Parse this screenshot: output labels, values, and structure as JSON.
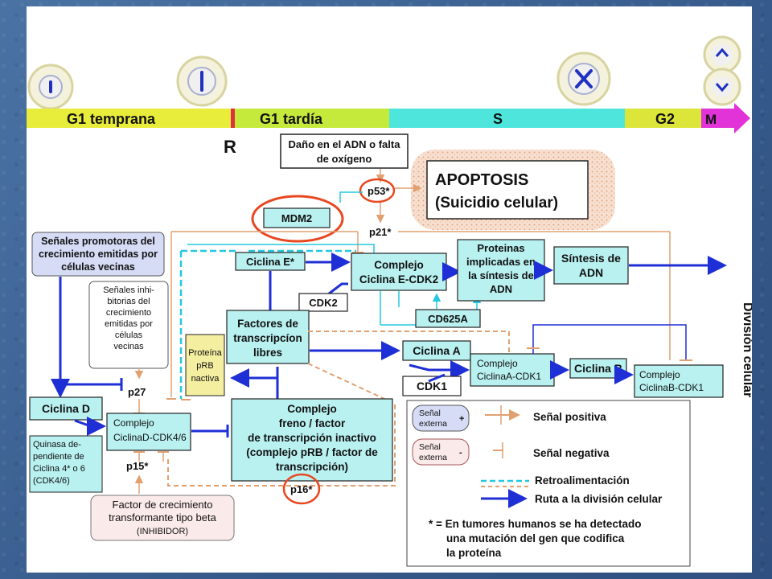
{
  "phase_bar": {
    "g1_early": "G1 temprana",
    "g1_late": "G1 tardía",
    "s": "S",
    "g2": "G2",
    "m": "M",
    "r_point": "R"
  },
  "boxes": {
    "dna_damage": [
      "Daño en el ADN o falta",
      "de oxígeno"
    ],
    "apoptosis": [
      "APOPTOSIS",
      "(Suicidio celular)"
    ],
    "p53": "p53*",
    "mdm2": "MDM2",
    "p21": "p21*",
    "promoting_signals": [
      "Señales promotoras del",
      "crecimiento emitidas por",
      "células vecinas"
    ],
    "inhibitory_signals": [
      "Señales inhi-",
      "bitorias del",
      "crecimiento",
      "emitidas por",
      "células",
      "vecinas"
    ],
    "cyclin_e": "Ciclina E*",
    "complex_e_cdk2": [
      "Complejo",
      "Ciclina E-CDK2"
    ],
    "proteins_dna_synth": [
      "Proteinas",
      "implicadas en",
      "la síntesis de",
      "ADN"
    ],
    "dna_synthesis": [
      "Síntesis de",
      "ADN"
    ],
    "cdk2": "CDK2",
    "cd625a": "CD625A",
    "transcription_factors": [
      "Factores de",
      "transcripcíon",
      "libres"
    ],
    "prb_inactive": [
      "Proteína",
      "pRB",
      "nactiva"
    ],
    "cyclin_a": "Ciclina A",
    "cdk1": "CDK1",
    "complex_a_cdk1": [
      "Complejo",
      "CiclinaA-CDK1"
    ],
    "cyclin_b": "Ciclina B",
    "complex_b_cdk1": [
      "Complejo",
      "CiclinaB-CDK1"
    ],
    "cell_division": "División celular",
    "p27": "p27",
    "cyclin_d": "Ciclina D",
    "complex_d_cdk46": [
      "Complejo",
      "CiclinaD-CDK4/6"
    ],
    "brake_complex": [
      "Complejo",
      "freno / factor",
      "de transcripción inactivo",
      "(complejo pRB / factor de",
      "transcripción)"
    ],
    "cdk46_kinase": [
      "Quinasa de-",
      "pendiente de",
      "Ciclina 4* o 6",
      "(CDK4/6)"
    ],
    "p15": "p15*",
    "p16": "p16*",
    "tgf_beta": [
      "Factor de crecimiento",
      "transformante tipo beta",
      "(INHIBIDOR)"
    ]
  },
  "legend": {
    "ext_signal_pos": [
      "Señal",
      "externa",
      "+"
    ],
    "ext_signal_neg": [
      "Señal",
      "externa",
      "-"
    ],
    "positive": "Señal positiva",
    "negative": "Señal negativa",
    "feedback": "Retroalimentación",
    "route": "Ruta a la división celular",
    "note": [
      "* = En tumores humanos se ha detectado",
      "una mutación del gen que codifica",
      "la proteína"
    ]
  },
  "colors": {
    "phase_g1_early": "#e8ec3a",
    "phase_g1_late": "#c6ea3c",
    "phase_s": "#4ee6dc",
    "phase_g2": "#dce63a",
    "phase_m": "#e233d8",
    "box_cyan": "#b9f0f0",
    "route_blue": "#1f2fd6",
    "highlight_red": "#e84820"
  }
}
